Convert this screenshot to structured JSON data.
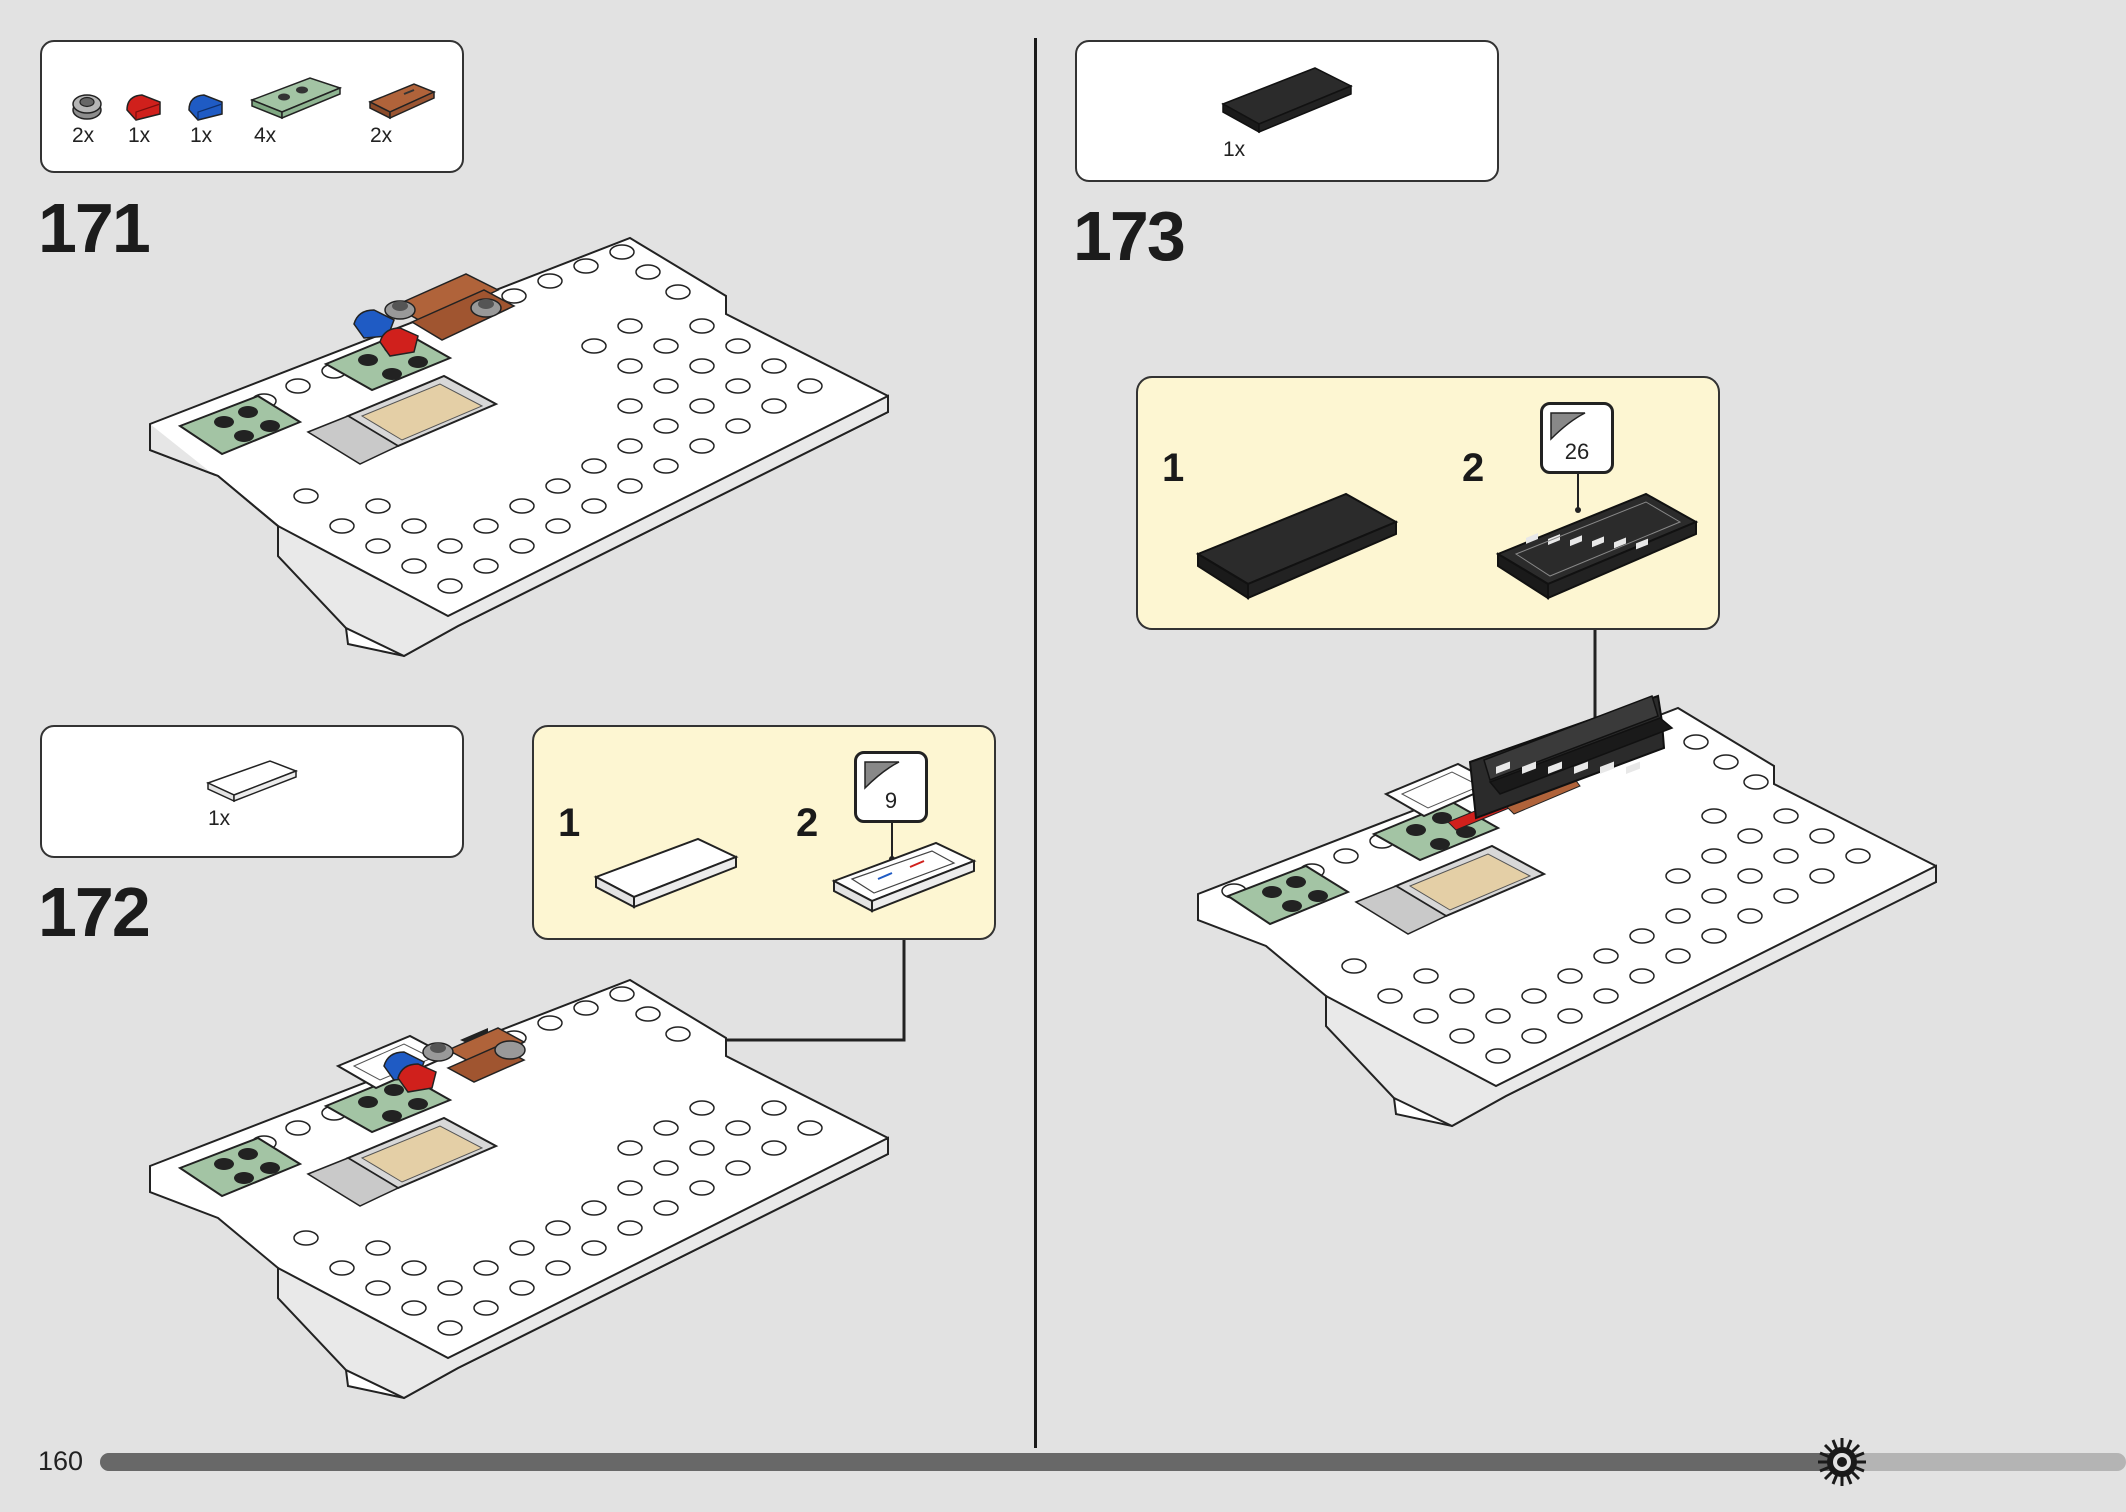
{
  "page": {
    "number": "160",
    "progress_fraction": 0.86
  },
  "steps": [
    {
      "number": "171",
      "parts": [
        {
          "qty": "2x",
          "piece": "round-grey-plate-icon"
        },
        {
          "qty": "1x",
          "piece": "red-slope-icon"
        },
        {
          "qty": "1x",
          "piece": "blue-slope-icon"
        },
        {
          "qty": "4x",
          "piece": "sand-green-plate-icon"
        },
        {
          "qty": "2x",
          "piece": "brown-tile-icon"
        }
      ]
    },
    {
      "number": "172",
      "parts": [
        {
          "qty": "1x",
          "piece": "white-tile-icon"
        }
      ],
      "substeps": [
        {
          "label": "1"
        },
        {
          "label": "2",
          "sticker": "9"
        }
      ]
    },
    {
      "number": "173",
      "parts": [
        {
          "qty": "1x",
          "piece": "black-tile-icon"
        }
      ],
      "substeps": [
        {
          "label": "1"
        },
        {
          "label": "2",
          "sticker": "26"
        }
      ]
    }
  ],
  "colors": {
    "background": "#e2e2e2",
    "callout": "#fdf6d2",
    "sand_green": "#a3c4a4",
    "brown": "#b0633a",
    "red": "#d0201c",
    "blue": "#1f5bc4",
    "black_tile": "#2b2b2b"
  }
}
